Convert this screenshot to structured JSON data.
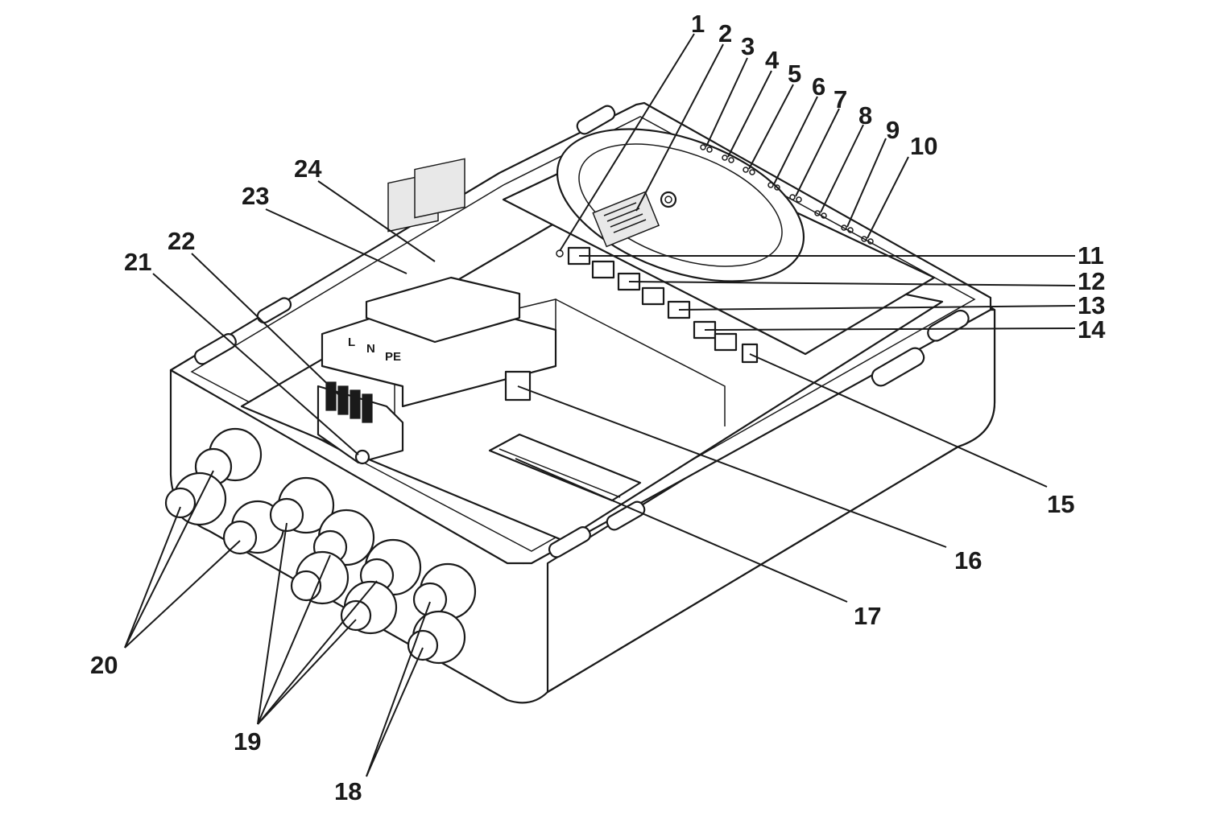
{
  "diagram": {
    "terminal_marking": [
      "L",
      "N",
      "PE"
    ],
    "callouts": [
      "1",
      "2",
      "3",
      "4",
      "5",
      "6",
      "7",
      "8",
      "9",
      "10",
      "11",
      "12",
      "13",
      "14",
      "15",
      "16",
      "17",
      "18",
      "19",
      "20",
      "21",
      "22",
      "23",
      "24"
    ]
  }
}
